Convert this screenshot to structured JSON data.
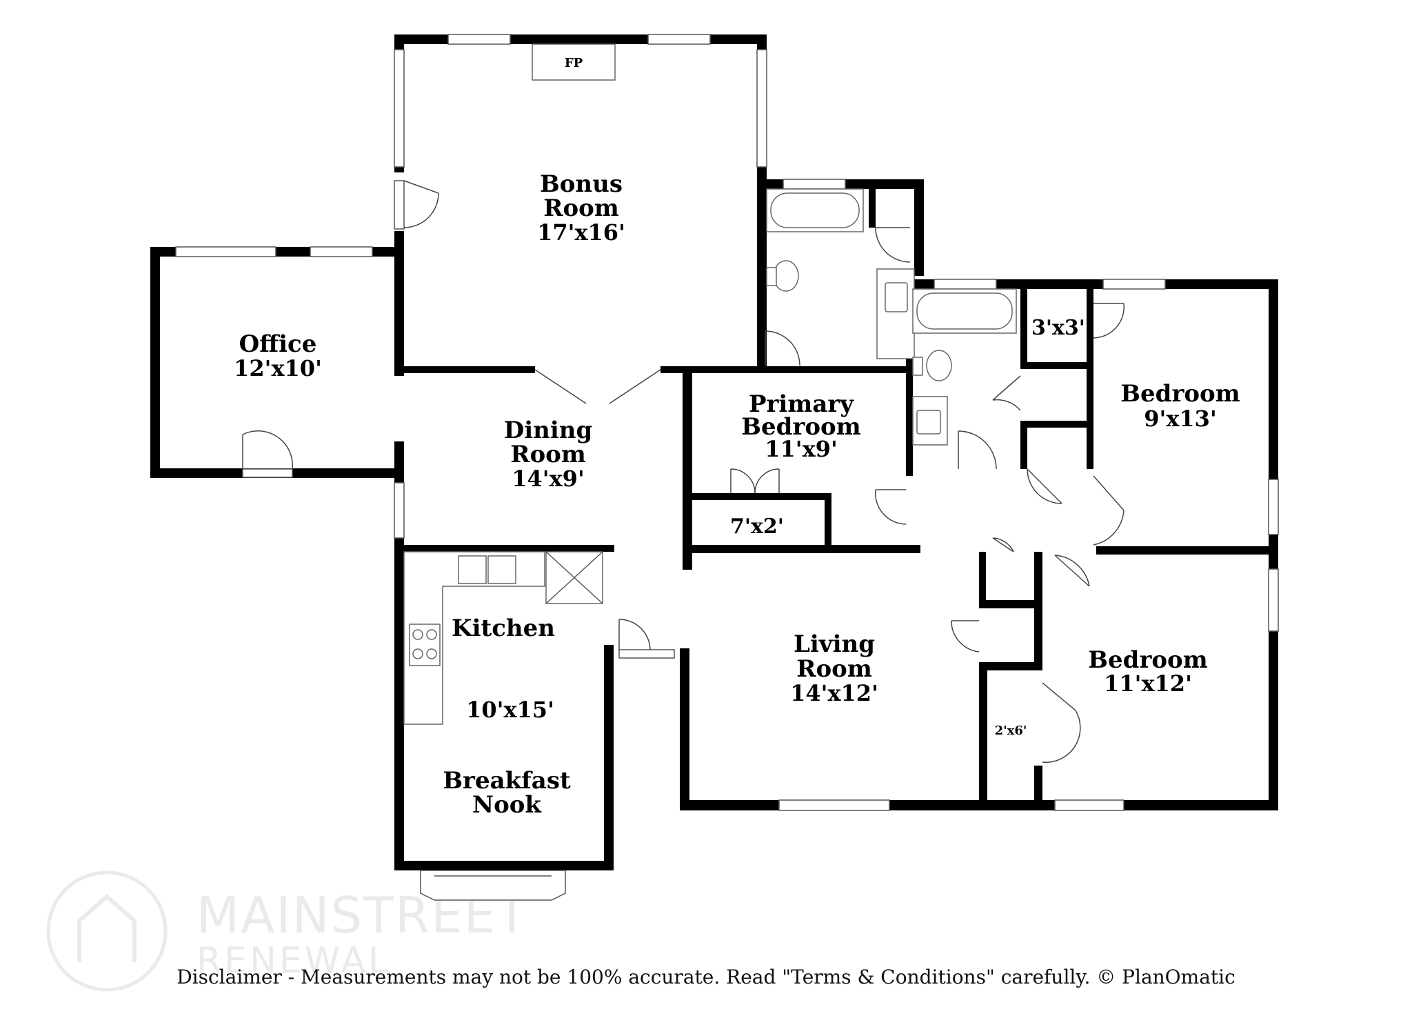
{
  "rooms": {
    "bonus": {
      "name_1": "Bonus",
      "name_2": "Room",
      "dims": "17'x16'"
    },
    "office": {
      "name": "Office",
      "dims": "12'x10'"
    },
    "dining": {
      "name_1": "Dining",
      "name_2": "Room",
      "dims": "14'x9'"
    },
    "primary": {
      "name_1": "Primary",
      "name_2": "Bedroom",
      "dims": "11'x9'"
    },
    "closet_7x2": {
      "dims": "7'x2'"
    },
    "closet_3x3": {
      "dims": "3'x3'"
    },
    "bedroom_a": {
      "name": "Bedroom",
      "dims": "9'x13'"
    },
    "bedroom_b": {
      "name": "Bedroom",
      "dims": "11'x12'"
    },
    "closet_2x6": {
      "dims": "2'x6'"
    },
    "kitchen": {
      "name": "Kitchen",
      "dims": "10'x15'"
    },
    "nook": {
      "name_1": "Breakfast",
      "name_2": "Nook"
    },
    "living": {
      "name_1": "Living",
      "name_2": "Room",
      "dims": "14'x12'"
    }
  },
  "fireplace_label": "FP",
  "watermark": {
    "line_1": "MAINSTREET",
    "line_2": "RENEWAL"
  },
  "disclaimer": "Disclaimer - Measurements may not be 100% accurate. Read \"Terms & Conditions\" carefully. © PlanOmatic"
}
